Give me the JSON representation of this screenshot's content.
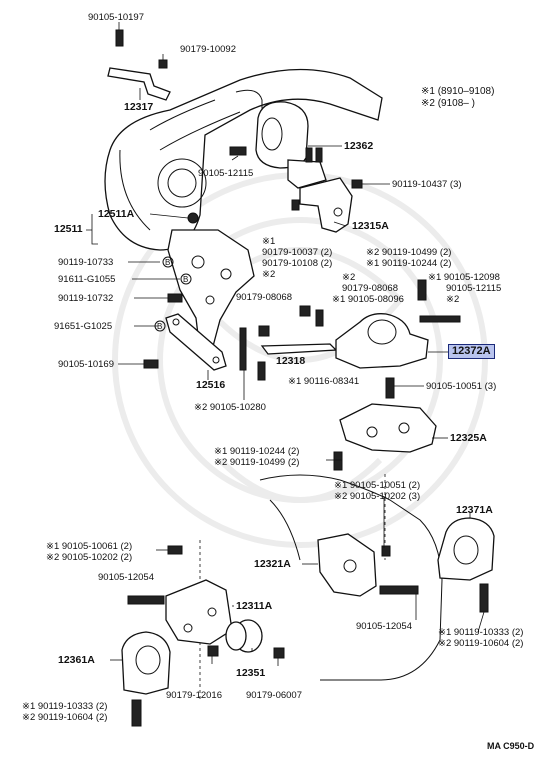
{
  "legend": {
    "note1": "※1 (8910–9108)",
    "note2": "※2 (9108–        )"
  },
  "labels": [
    {
      "id": "p1",
      "text": "90105-10197"
    },
    {
      "id": "p2",
      "text": "90179-10092"
    },
    {
      "id": "p3",
      "text": "12317"
    },
    {
      "id": "p4",
      "text": "12362"
    },
    {
      "id": "p5",
      "text": "90105-12115"
    },
    {
      "id": "p6",
      "text": "90119-10437 (3)"
    },
    {
      "id": "p7",
      "text": "12511A"
    },
    {
      "id": "p8",
      "text": "12511"
    },
    {
      "id": "p9",
      "text": "12315A"
    },
    {
      "id": "p10",
      "text": "※1"
    },
    {
      "id": "p11",
      "text": "90179-10037 (2)"
    },
    {
      "id": "p12",
      "text": "90179-10108 (2)"
    },
    {
      "id": "p13",
      "text": "※2"
    },
    {
      "id": "p14",
      "text": "※2 90119-10499 (2)"
    },
    {
      "id": "p15",
      "text": "※1 90119-10244 (2)"
    },
    {
      "id": "p16",
      "text": "90119-10733"
    },
    {
      "id": "p17",
      "text": "91611-G1055"
    },
    {
      "id": "p18",
      "text": "※1 90105-12098"
    },
    {
      "id": "p19",
      "text": "90105-12115"
    },
    {
      "id": "p20",
      "text": "※2"
    },
    {
      "id": "p21",
      "text": "※2"
    },
    {
      "id": "p22",
      "text": "90179-08068"
    },
    {
      "id": "p23",
      "text": "90119-10732"
    },
    {
      "id": "p24",
      "text": "90179-08068"
    },
    {
      "id": "p25",
      "text": "※1 90105-08096"
    },
    {
      "id": "p26",
      "text": "91651-G1025"
    },
    {
      "id": "p27",
      "text": "12372A"
    },
    {
      "id": "p28",
      "text": "12318"
    },
    {
      "id": "p29",
      "text": "90105-10169"
    },
    {
      "id": "p30",
      "text": "※1 90116-08341"
    },
    {
      "id": "p31",
      "text": "12516"
    },
    {
      "id": "p32",
      "text": "90105-10051 (3)"
    },
    {
      "id": "p33",
      "text": "※2 90105-10280"
    },
    {
      "id": "p34",
      "text": "12325A"
    },
    {
      "id": "p35",
      "text": "※1 90119-10244 (2)"
    },
    {
      "id": "p36",
      "text": "※2 90119-10499 (2)"
    },
    {
      "id": "p37",
      "text": "※1 90105-10051 (2)"
    },
    {
      "id": "p38",
      "text": "※2 90105-10202 (3)"
    },
    {
      "id": "p39",
      "text": "12371A"
    },
    {
      "id": "p40",
      "text": "※1 90105-10061 (2)"
    },
    {
      "id": "p41",
      "text": "※2 90105-10202 (2)"
    },
    {
      "id": "p42",
      "text": "12321A"
    },
    {
      "id": "p43",
      "text": "90105-12054"
    },
    {
      "id": "p44",
      "text": "12311A"
    },
    {
      "id": "p45",
      "text": "90105-12054"
    },
    {
      "id": "p46",
      "text": "※1 90119-10333 (2)"
    },
    {
      "id": "p47",
      "text": "※2 90119-10604 (2)"
    },
    {
      "id": "p48",
      "text": "12361A"
    },
    {
      "id": "p49",
      "text": "12351"
    },
    {
      "id": "p50",
      "text": "90179-12016"
    },
    {
      "id": "p51",
      "text": "90179-06007"
    },
    {
      "id": "p52",
      "text": "※1 90119-10333 (2)"
    },
    {
      "id": "p53",
      "text": "※2 90119-10604 (2)"
    }
  ],
  "markers": {
    "b": "B"
  },
  "diagram_code": "MA C950-D",
  "colors": {
    "highlight_fill": "#b9c4ee",
    "highlight_border": "#1b2a7a",
    "line": "#111111"
  }
}
